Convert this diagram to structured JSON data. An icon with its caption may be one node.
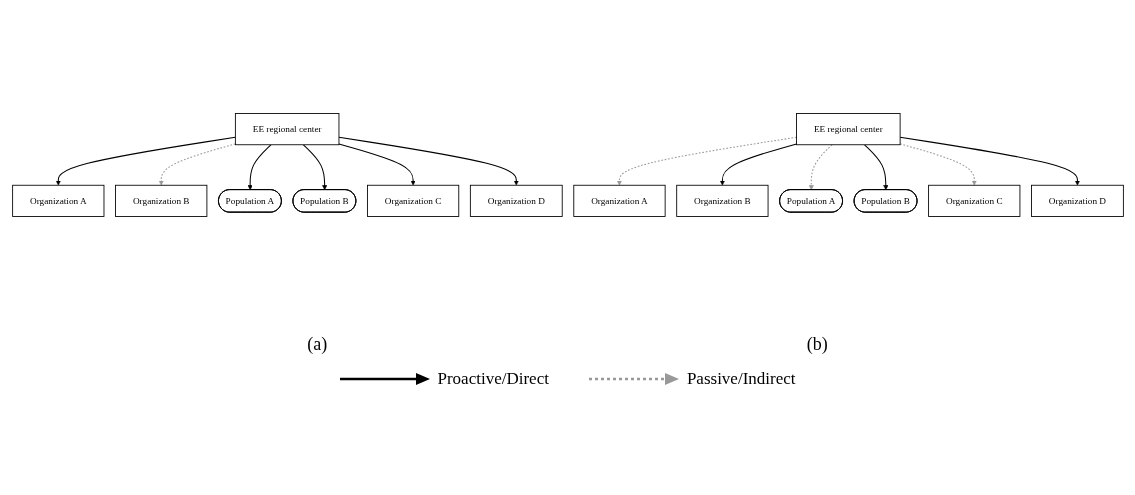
{
  "diagram": {
    "nodes": [
      {
        "text": [
          "EE regional center"
        ]
      },
      {
        "text": [
          "Organization A"
        ]
      },
      {
        "text": [
          "Organization B"
        ]
      },
      {
        "text": [
          "Population A"
        ]
      },
      {
        "text": [
          "Population B"
        ]
      },
      {
        "text": [
          "Organization C"
        ]
      },
      {
        "text": [
          "Organization D"
        ]
      },
      {
        "text": [
          "EE regional center"
        ]
      },
      {
        "text": [
          "Organization A"
        ]
      },
      {
        "text": [
          "Organization B"
        ]
      },
      {
        "text": [
          "Population A"
        ]
      },
      {
        "text": [
          "Population B"
        ]
      },
      {
        "text": [
          "Organization C"
        ]
      },
      {
        "text": [
          "Organization D"
        ]
      }
    ],
    "edges": [
      {
        "from": 0,
        "to": 1,
        "arrow": "to"
      },
      {
        "from": 0,
        "to": 2,
        "arrow": "to",
        "style": "dashed",
        "color": "#999999"
      },
      {
        "from": 0,
        "to": 3,
        "arrow": "to"
      },
      {
        "from": 0,
        "to": 4,
        "arrow": "to"
      },
      {
        "from": 0,
        "to": 5,
        "arrow": "to"
      },
      {
        "from": 0,
        "to": 6,
        "arrow": "to"
      },
      {
        "from": 7,
        "to": 8,
        "arrow": "to",
        "style": "dashed",
        "color": "#999999"
      },
      {
        "from": 7,
        "to": 9,
        "arrow": "to"
      },
      {
        "from": 7,
        "to": 10,
        "arrow": "to",
        "style": "dashed",
        "color": "#999999"
      },
      {
        "from": 7,
        "to": 11,
        "arrow": "to"
      },
      {
        "from": 7,
        "to": 12,
        "arrow": "to",
        "style": "dashed",
        "color": "#999999"
      },
      {
        "from": 7,
        "to": 13,
        "arrow": "to"
      }
    ],
    "labels": [
      "(a)",
      "(b)"
    ],
    "legend": [
      {
        "text": "Proactive/Direct"
      },
      {
        "text": "Passive/Indirect"
      }
    ]
  }
}
